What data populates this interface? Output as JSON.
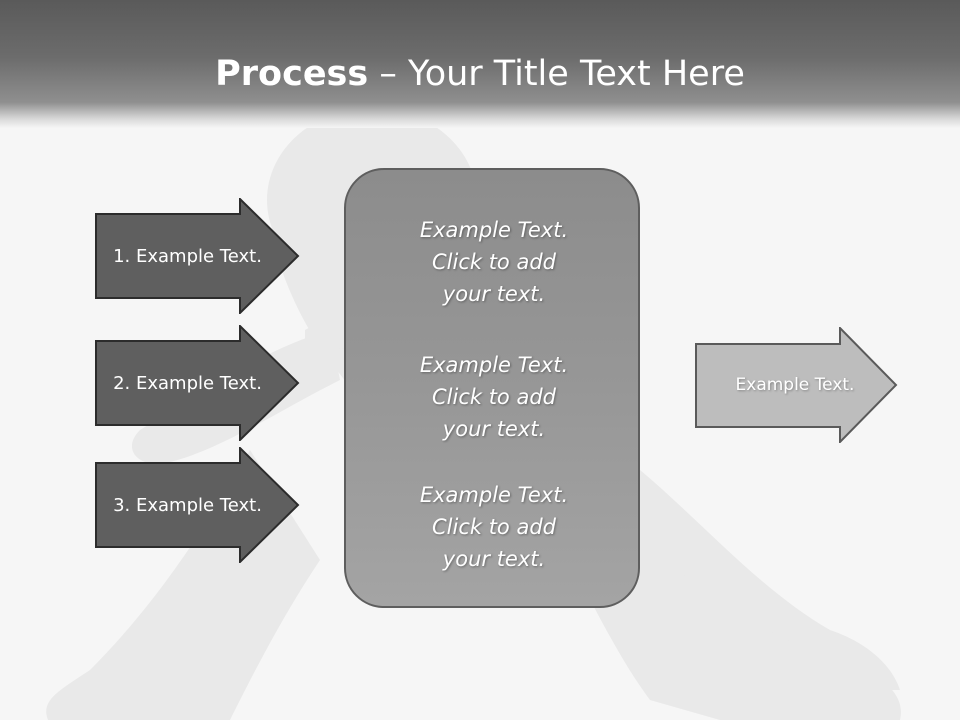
{
  "title": {
    "bold": "Process",
    "rest": " – Your Title Text Here"
  },
  "inputs": [
    {
      "label": "1. Example Text."
    },
    {
      "label": "2. Example Text."
    },
    {
      "label": "3. Example Text."
    }
  ],
  "center_box": {
    "blocks": [
      {
        "line1": "Example Text.",
        "line2": "Click  to add",
        "line3": "your text."
      },
      {
        "line1": "Example Text.",
        "line2": "Click  to add",
        "line3": "your text."
      },
      {
        "line1": "Example Text.",
        "line2": "Click  to add",
        "line3": "your text."
      }
    ]
  },
  "output": {
    "label": "Example Text."
  },
  "colors": {
    "input_arrow_fill": "#5f5f5f",
    "output_arrow_fill": "#bdbdbd",
    "box_fill": "#979797",
    "header": "#5a5a5a"
  }
}
